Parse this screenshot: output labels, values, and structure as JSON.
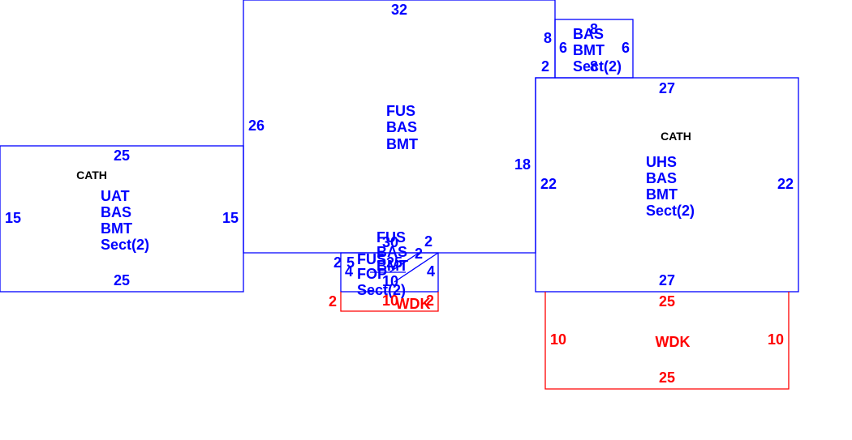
{
  "colors": {
    "building": "#0000ff",
    "deck": "#ff0000",
    "note": "#000000"
  },
  "areas": {
    "main": {
      "labels": [
        "FUS",
        "BAS",
        "BMT"
      ],
      "dims": {
        "top": "32",
        "left": "26",
        "right": "18"
      }
    },
    "left_wing": {
      "note": "CATH",
      "labels": [
        "UAT",
        "BAS",
        "BMT",
        "Sect(2)"
      ],
      "dims": {
        "top": "25",
        "bottom": "25",
        "left": "15",
        "right": "15"
      }
    },
    "right_wing": {
      "note": "CATH",
      "labels": [
        "UHS",
        "BAS",
        "BMT",
        "Sect(2)"
      ],
      "dims": {
        "top": "27",
        "bottom": "27",
        "left": "22",
        "right": "22"
      }
    },
    "top_small": {
      "labels": [
        "BAS",
        "BMT",
        "Sect(2)"
      ],
      "dims": {
        "top": "8",
        "bottom": "8",
        "left": "6",
        "right": "6",
        "edge_a": "8",
        "edge_b": "2"
      }
    },
    "center_small": {
      "labels_a": [
        "FUS",
        "BAS",
        "BMT"
      ],
      "labels_b": [
        "FUS",
        "FOP",
        "Sect(2)"
      ],
      "dims": {
        "d1": "2",
        "d2": "2",
        "d3": "5",
        "d4": "4",
        "d5": "4",
        "d6": "10",
        "d7": "30",
        "d8": "25",
        "d9": "2"
      }
    },
    "deck_small": {
      "label": "WDK",
      "dims": {
        "left": "2",
        "bottom": "10",
        "right": "2"
      }
    },
    "deck_large": {
      "label": "WDK",
      "dims": {
        "top": "25",
        "bottom": "25",
        "left": "10",
        "right": "10"
      }
    }
  }
}
